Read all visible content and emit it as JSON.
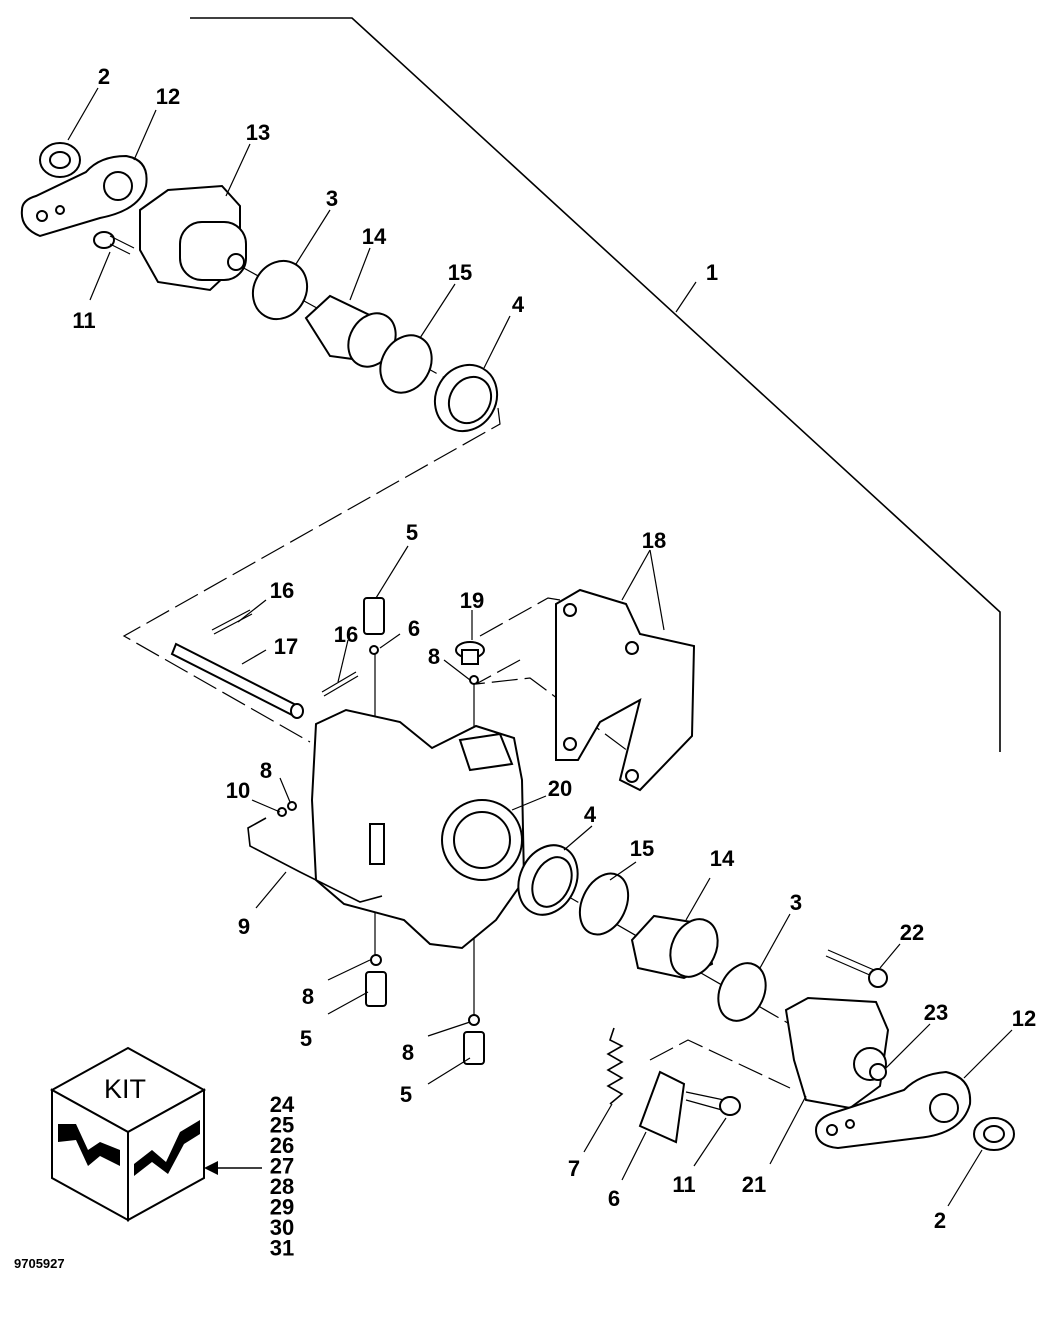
{
  "callouts": [
    {
      "text": "2"
    },
    {
      "text": "12"
    },
    {
      "text": "13"
    },
    {
      "text": "3"
    },
    {
      "text": "14"
    },
    {
      "text": "15"
    },
    {
      "text": "4"
    },
    {
      "text": "11"
    },
    {
      "text": "1"
    },
    {
      "text": "5"
    },
    {
      "text": "16"
    },
    {
      "text": "17"
    },
    {
      "text": "6"
    },
    {
      "text": "16"
    },
    {
      "text": "19"
    },
    {
      "text": "8"
    },
    {
      "text": "18"
    },
    {
      "text": "8"
    },
    {
      "text": "10"
    },
    {
      "text": "20"
    },
    {
      "text": "4"
    },
    {
      "text": "15"
    },
    {
      "text": "14"
    },
    {
      "text": "9"
    },
    {
      "text": "3"
    },
    {
      "text": "22"
    },
    {
      "text": "8"
    },
    {
      "text": "5"
    },
    {
      "text": "23"
    },
    {
      "text": "12"
    },
    {
      "text": "8"
    },
    {
      "text": "5"
    },
    {
      "text": "7"
    },
    {
      "text": "6"
    },
    {
      "text": "11"
    },
    {
      "text": "21"
    },
    {
      "text": "2"
    }
  ],
  "kit": {
    "label": "KIT",
    "items": [
      "24",
      "25",
      "26",
      "27",
      "28",
      "29",
      "30",
      "31"
    ]
  },
  "drawing_number": "9705927"
}
